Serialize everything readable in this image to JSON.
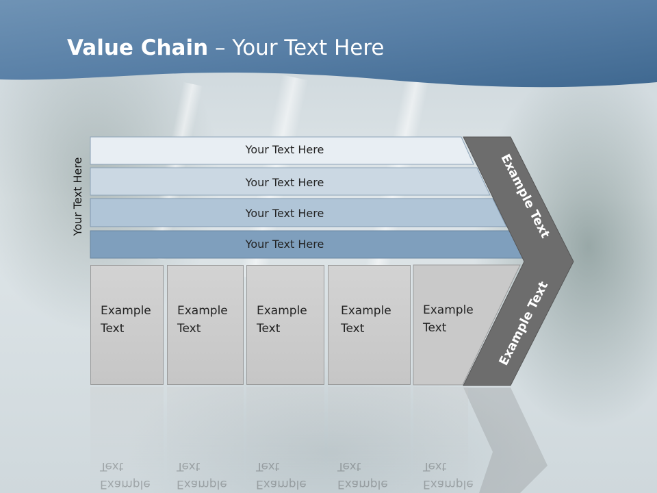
{
  "slide": {
    "title_bold": "Value Chain",
    "title_rest": " – Your Text Here",
    "side_label": "Your Text Here",
    "tiers": [
      {
        "label": "Your Text Here",
        "color": "#e8eef3"
      },
      {
        "label": "Your Text Here",
        "color": "#cbd8e3"
      },
      {
        "label": "Your Text Here",
        "color": "#b0c5d7"
      },
      {
        "label": "Your Text Here",
        "color": "#7f9fbd"
      }
    ],
    "columns": [
      {
        "line1": "Example",
        "line2": "Text"
      },
      {
        "line1": "Example",
        "line2": "Text"
      },
      {
        "line1": "Example",
        "line2": "Text"
      },
      {
        "line1": "Example",
        "line2": "Text"
      },
      {
        "line1": "Example",
        "line2": "Text"
      }
    ],
    "chevron_top_text": "Example Text",
    "chevron_bottom_text": "Example Text",
    "colors": {
      "header_blue": "#4d78a1",
      "chevron_gray": "#6d6d6d"
    }
  }
}
